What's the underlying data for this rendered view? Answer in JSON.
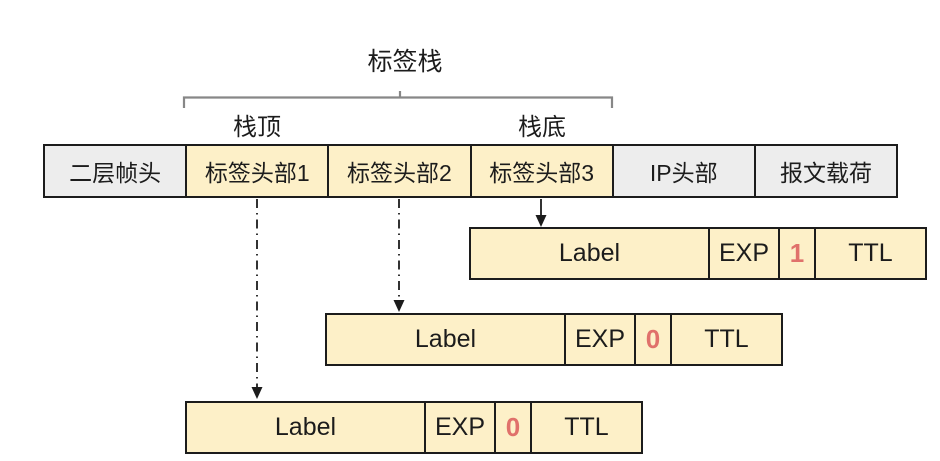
{
  "diagram": {
    "title": "标签栈",
    "stack_top_label": "栈顶",
    "stack_bottom_label": "栈底",
    "packet_fields": [
      {
        "id": "l2-frame-header",
        "label": "二层帧头",
        "style": "gray"
      },
      {
        "id": "mpls-label-header-1",
        "label": "标签头部1",
        "style": "yellow"
      },
      {
        "id": "mpls-label-header-2",
        "label": "标签头部2",
        "style": "yellow"
      },
      {
        "id": "mpls-label-header-3",
        "label": "标签头部3",
        "style": "yellow"
      },
      {
        "id": "ip-header",
        "label": "IP头部",
        "style": "gray"
      },
      {
        "id": "payload",
        "label": "报文载荷",
        "style": "gray"
      }
    ],
    "label_rows": [
      {
        "source_field": "标签头部3",
        "label": "Label",
        "exp": "EXP",
        "s_bit": "1",
        "ttl": "TTL"
      },
      {
        "source_field": "标签头部2",
        "label": "Label",
        "exp": "EXP",
        "s_bit": "0",
        "ttl": "TTL"
      },
      {
        "source_field": "标签头部1",
        "label": "Label",
        "exp": "EXP",
        "s_bit": "0",
        "ttl": "TTL"
      }
    ],
    "arrows": [
      {
        "source_field": "标签头部3",
        "target_row": 0,
        "style": "solid"
      },
      {
        "source_field": "标签头部2",
        "target_row": 1,
        "style": "dash-dot"
      },
      {
        "source_field": "标签头部1",
        "target_row": 2,
        "style": "dash-dot"
      }
    ],
    "colors": {
      "yellow_fill": "#FDF0C8",
      "gray_fill": "#EDEDED",
      "border": "#1C1C1C",
      "s_bit_red": "#E0716B",
      "bracket_gray": "#878787",
      "background": "#FFFFFF"
    }
  }
}
